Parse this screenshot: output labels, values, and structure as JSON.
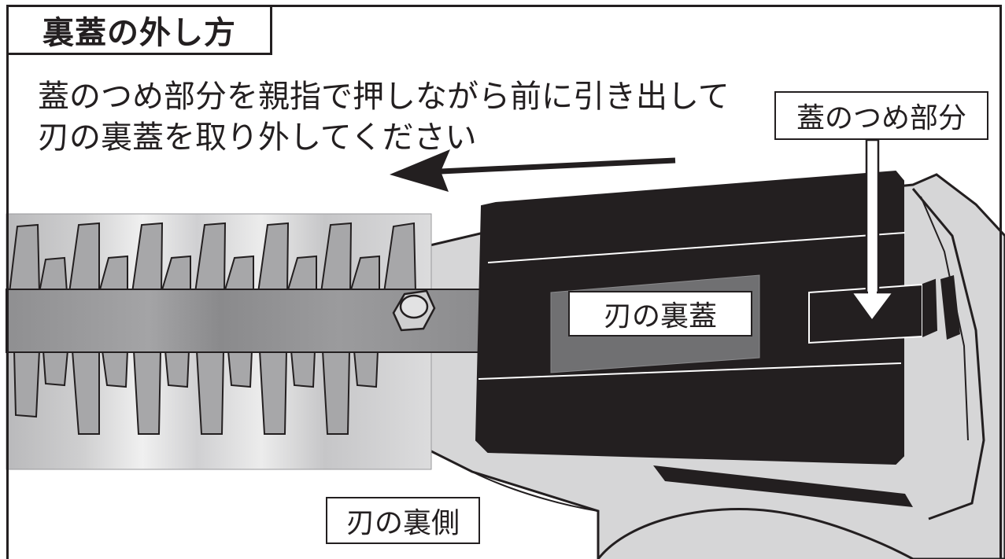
{
  "title": "裏蓋の外し方",
  "instructions": [
    "蓋のつめ部分を親指で押しながら前に引き出して",
    "刃の裏蓋を取り外してください"
  ],
  "labels": {
    "tab_part": "蓋のつめ部分",
    "blade_back_cover": "刃の裏蓋",
    "blade_back_side": "刃の裏側"
  }
}
